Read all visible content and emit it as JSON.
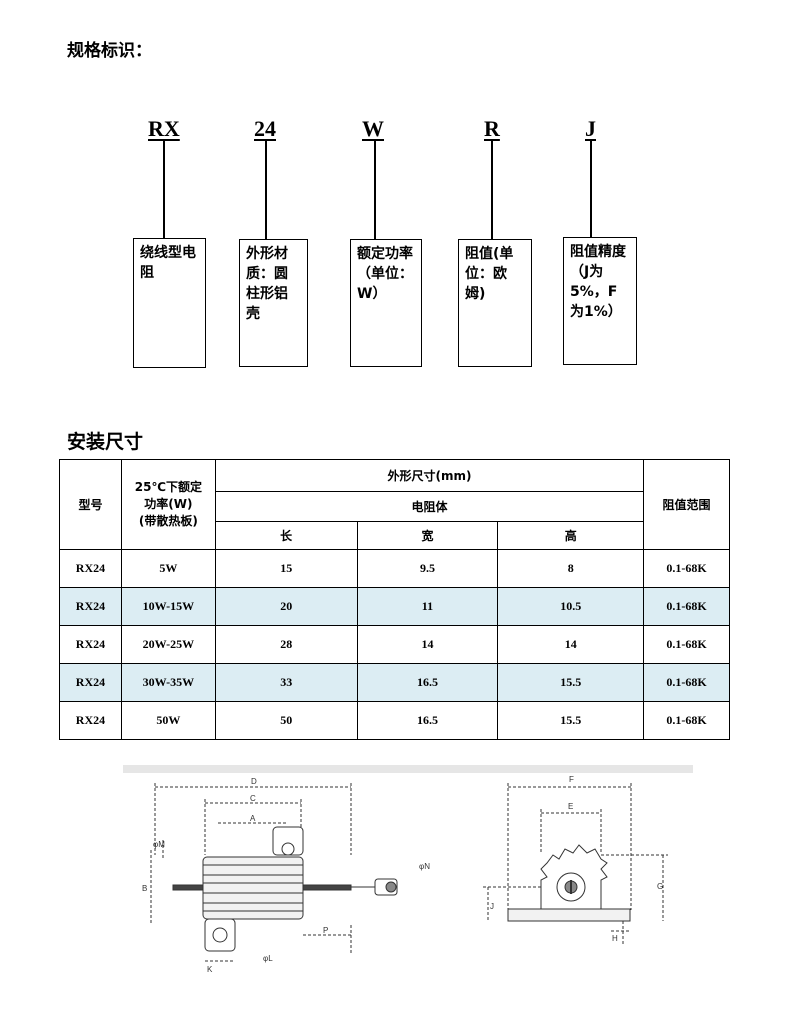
{
  "spec_section": {
    "title": "规格标识：",
    "codes": [
      "RX",
      "24",
      "W",
      "R",
      "J"
    ],
    "descriptions": [
      "绕线型电阻",
      "外形材质：圆柱形铝壳",
      "额定功率（单位：W）",
      "阻值(单位：欧姆)",
      "阻值精度（J为5%，F为1%）"
    ]
  },
  "install_section": {
    "title": "安装尺寸",
    "header": {
      "model": "型号",
      "power": [
        "25℃下额定",
        "功率(W)",
        "(带散热板)"
      ],
      "dimensions": "外形尺寸(mm)",
      "body": "电阻体",
      "length": "长",
      "width": "宽",
      "height": "高",
      "resistance_range": "阻值范围"
    },
    "rows": [
      {
        "model": "RX24",
        "power": "5W",
        "length": "15",
        "width": "9.5",
        "height": "8",
        "range": "0.1-68K"
      },
      {
        "model": "RX24",
        "power": "10W-15W",
        "length": "20",
        "width": "11",
        "height": "10.5",
        "range": "0.1-68K"
      },
      {
        "model": "RX24",
        "power": "20W-25W",
        "length": "28",
        "width": "14",
        "height": "14",
        "range": "0.1-68K"
      },
      {
        "model": "RX24",
        "power": "30W-35W",
        "length": "33",
        "width": "16.5",
        "height": "15.5",
        "range": "0.1-68K"
      },
      {
        "model": "RX24",
        "power": "50W",
        "length": "50",
        "width": "16.5",
        "height": "15.5",
        "range": "0.1-68K"
      }
    ]
  },
  "drawing_labels": {
    "side": [
      "D",
      "C",
      "A",
      "φM",
      "B",
      "φN",
      "P",
      "K",
      "φL"
    ],
    "front": [
      "F",
      "E",
      "G",
      "J",
      "H"
    ]
  }
}
